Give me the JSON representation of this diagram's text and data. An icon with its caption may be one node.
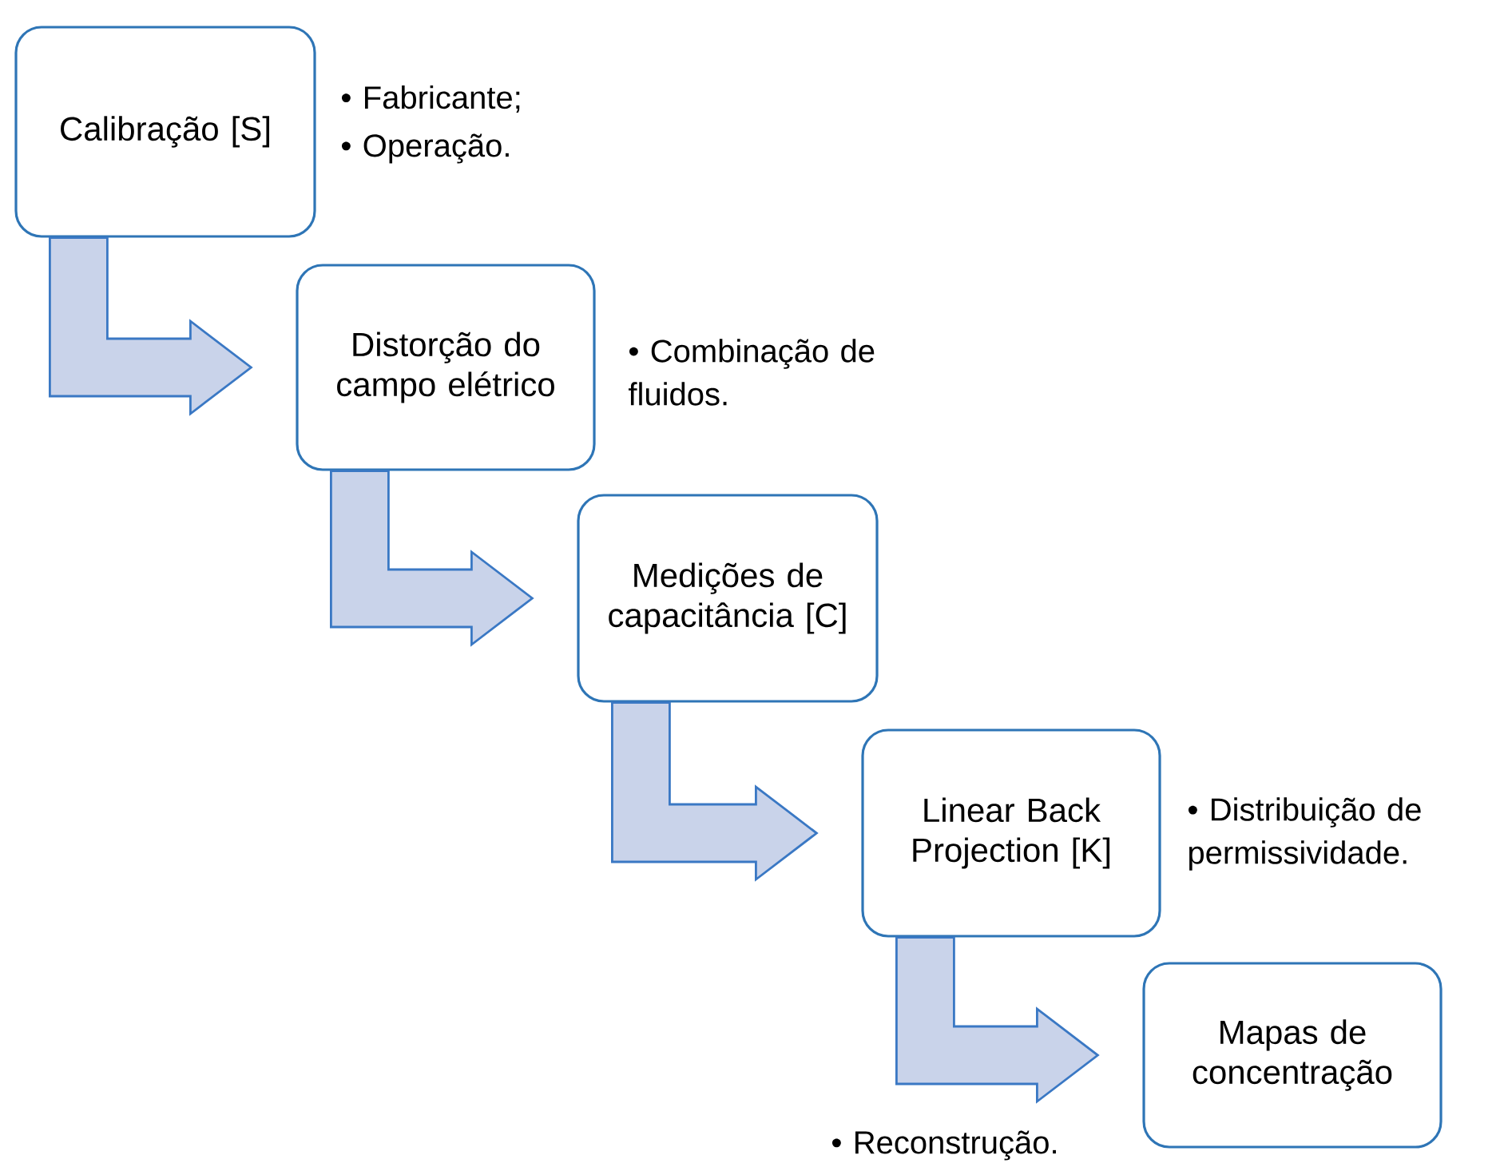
{
  "diagram": {
    "nodes": [
      {
        "text": [
          "Calibração [S]"
        ],
        "beside": [
          "• Fabricante;",
          "• Operação."
        ]
      },
      {
        "text": [
          "Distorção do campo elétrico"
        ],
        "beside": [
          "• Combinação de fluidos."
        ]
      },
      {
        "text": [
          "Medições de capacitância [C]"
        ]
      },
      {
        "text": [
          "Linear Back Projection [K]"
        ],
        "beside": [
          "• Distribuição de permissividade."
        ]
      },
      {
        "text": [
          "Mapas de concentração"
        ],
        "beside": [
          "• Reconstrução."
        ]
      }
    ],
    "edges": [
      {
        "from": 0,
        "to": 1,
        "arrow": "to"
      },
      {
        "from": 1,
        "to": 2,
        "arrow": "to"
      },
      {
        "from": 2,
        "to": 3,
        "arrow": "to"
      },
      {
        "from": 3,
        "to": 4,
        "arrow": "to"
      }
    ]
  }
}
